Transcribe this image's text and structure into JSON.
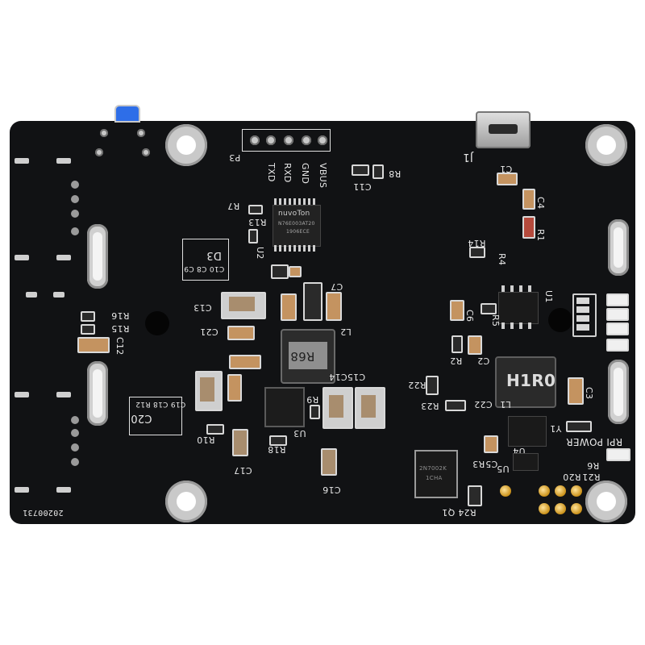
{
  "board": {
    "date_code": "20200731",
    "header_label": "P3",
    "header_pins": [
      "TXD",
      "RXD",
      "GND",
      "VBUS"
    ],
    "connector_label": "J1",
    "power_label": "RPI POWER",
    "chip_brand": "nuvoTon",
    "chip_text_line1": "N76E003AT20",
    "chip_text_line2": "1906ECE",
    "inductor_main": "R68",
    "inductor_right": "H1R0",
    "mosfet_text_line1": "2N7002K",
    "mosfet_text_line2": "1CHA",
    "outline_label_left": "D3",
    "outline_label_cluster": "C10 C8 C9",
    "outline_label_bottom": "C20",
    "outline_label_bottom2": "C19 C18 R12",
    "designators": {
      "R7": "R7",
      "R13": "R13",
      "U2": "U2",
      "C11": "C11",
      "R8": "R8",
      "C1": "C1",
      "C4": "C4",
      "R1": "R1",
      "R14": "R14",
      "R4": "R4",
      "U1": "U1",
      "R5": "R5",
      "C6": "C6",
      "C2": "C2",
      "R2": "R2",
      "C13": "C13",
      "C21": "C21",
      "C7": "C7",
      "L2": "L2",
      "R16": "R16",
      "R15": "R15",
      "C12": "C12",
      "C15C14": "C15C14",
      "R9": "R9",
      "U3": "U3",
      "R18": "R18",
      "R10": "R10",
      "C17": "C17",
      "C16": "C16",
      "R22": "R22",
      "R23": "R23",
      "L1": "L1",
      "C22": "C22",
      "C3": "C3",
      "Y1": "Y1",
      "C5": "C5",
      "R3": "R3",
      "U4": "U4",
      "U5": "U5",
      "R20": "R20",
      "R21": "R21",
      "R6": "R6",
      "R24Q1": "R24 Q1"
    }
  }
}
